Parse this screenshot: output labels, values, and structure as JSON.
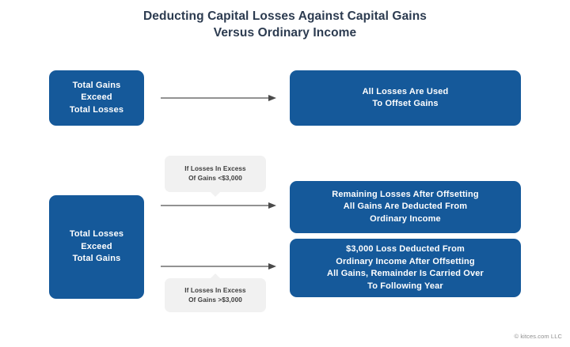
{
  "title": {
    "line1": "Deducting Capital Losses Against Capital Gains",
    "line2": "Versus Ordinary Income"
  },
  "colors": {
    "box_blue": "#15599a",
    "box_text": "#ffffff",
    "callout_bg": "#f1f1f1",
    "callout_text": "#3d3d3d",
    "title_text": "#2c3b50",
    "arrow": "#6f6f6f",
    "background": "#ffffff",
    "credit_text": "#8d8d8d"
  },
  "nodes": {
    "gains_exceed_losses": {
      "line1": "Total Gains",
      "line2": "Exceed",
      "line3": "Total Losses"
    },
    "all_losses_offset": {
      "line1": "All Losses Are Used",
      "line2": "To Offset Gains"
    },
    "losses_exceed_gains": {
      "line1": "Total Losses",
      "line2": "Exceed",
      "line3": "Total Gains"
    },
    "remaining_losses": {
      "line1": "Remaining Losses After Offsetting",
      "line2": "All Gains Are Deducted From",
      "line3": "Ordinary Income"
    },
    "loss_3000": {
      "line1": "$3,000 Loss Deducted From",
      "line2": "Ordinary Income After Offsetting",
      "line3": "All Gains, Remainder Is Carried Over",
      "line4": "To Following Year"
    }
  },
  "callouts": {
    "under_3000": {
      "line1": "If Losses In Excess",
      "line2": "Of Gains <$3,000"
    },
    "over_3000": {
      "line1": "If Losses In Excess",
      "line2": "Of Gains >$3,000"
    }
  },
  "footer": {
    "credit": "© kitces.com LLC"
  }
}
